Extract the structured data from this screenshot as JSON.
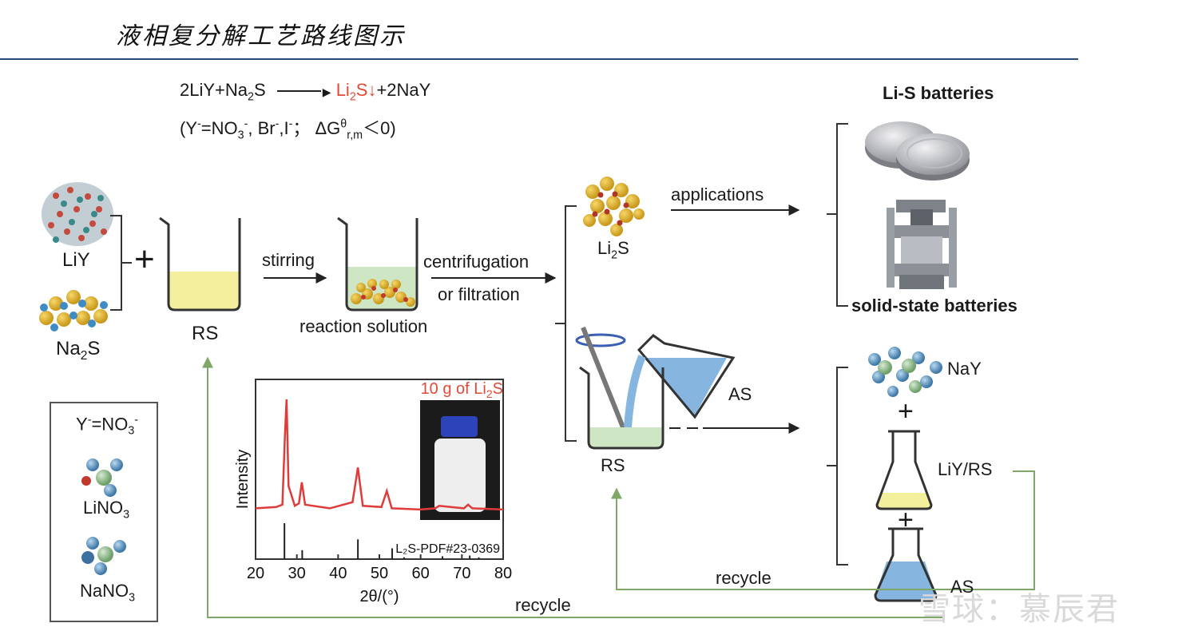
{
  "heading": "液相复分解工艺路线图示",
  "equation": {
    "lhs": "2LiY+Na",
    "lhs_sub": "2",
    "lhs_tail": "S",
    "product_a": "Li",
    "product_sub": "2",
    "product_b": "S↓",
    "rhs": "+2NaY",
    "cond_a": "(Y",
    "cond_sup1": "-",
    "cond_b": "=NO",
    "cond_sub1": "3",
    "cond_sup2": "-",
    "cond_c": ", Br",
    "cond_sup3": "-",
    "cond_d": ",I",
    "cond_sup4": "-",
    "cond_e": "；  ΔG",
    "cond_sup5": "θ",
    "cond_sub2": "r,m",
    "cond_f": "＜0)"
  },
  "labels": {
    "liy": "LiY",
    "na2s_a": "Na",
    "na2s_sub": "2",
    "na2s_b": "S",
    "plus": "+",
    "rs": "RS",
    "stirring": "stirring",
    "reaction_solution": "reaction solution",
    "centrifugation": "centrifugation",
    "or_filtration": "or filtration",
    "li2s_a": "Li",
    "li2s_sub": "2",
    "li2s_b": "S",
    "applications": "applications",
    "lis_batteries": "Li-S batteries",
    "solid_state": "solid-state batteries",
    "as_pour": "AS",
    "rs2": "RS",
    "nay": "NaY",
    "liy_rs": "LiY/RS",
    "as_flask": "AS",
    "recycle_inner": "recycle",
    "recycle_outer": "recycle",
    "plus2": "+",
    "plus3": "+"
  },
  "legend": {
    "title_a": "Y",
    "title_sup1": "-",
    "title_b": "=NO",
    "title_sub": "3",
    "title_sup2": "-",
    "linO3_a": "LiNO",
    "linO3_sub": "3",
    "nano3_a": "NaNO",
    "nano3_sub": "3"
  },
  "xrd": {
    "inset_title_a": "10 g of Li",
    "inset_title_sub": "2",
    "inset_title_b": "S",
    "ylabel": "Intensity",
    "xlabel": "2θ/(°)",
    "reference": "L₂S-PDF#23-0369",
    "xticks": [
      "20",
      "30",
      "40",
      "50",
      "60",
      "70",
      "80"
    ]
  },
  "watermark": "雪球：慕辰君",
  "chart_data": {
    "type": "line",
    "title": "10 g of Li2S",
    "xlabel": "2θ/(°)",
    "ylabel": "Intensity",
    "xlim": [
      20,
      80
    ],
    "x": [
      20,
      25,
      26.5,
      27.1,
      27.5,
      28.0,
      29.5,
      30.5,
      31.2,
      32.0,
      38,
      43.5,
      44.8,
      46.0,
      50.5,
      51.8,
      53.0,
      60,
      63.5,
      64.5,
      70.5,
      71.5,
      72.5,
      80
    ],
    "series": [
      {
        "name": "",
        "values": [
          0.12,
          0.13,
          0.15,
          0.7,
          1.0,
          0.3,
          0.14,
          0.16,
          0.33,
          0.15,
          0.12,
          0.17,
          0.45,
          0.14,
          0.13,
          0.26,
          0.12,
          0.11,
          0.12,
          0.14,
          0.12,
          0.15,
          0.12,
          0.11
        ]
      }
    ],
    "reference_peaks": [
      27.0,
      31.3,
      44.8,
      53.1,
      56.0,
      65.3,
      71.9,
      74.1
    ],
    "reference_intensity": [
      1.0,
      0.25,
      0.55,
      0.3,
      0.05,
      0.08,
      0.1,
      0.05
    ]
  }
}
